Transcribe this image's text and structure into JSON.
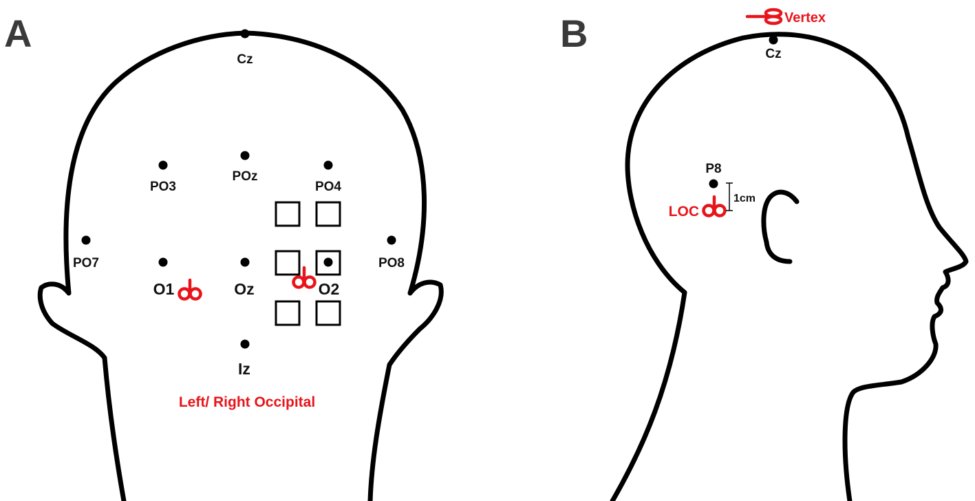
{
  "colors": {
    "accent_red": "#e8141b",
    "ink": "#000000",
    "letter_gray": "#3a3a3a"
  },
  "panel_a": {
    "letter": "A",
    "electrodes": {
      "cz": "Cz",
      "poz": "POz",
      "po3": "PO3",
      "po4": "PO4",
      "po7": "PO7",
      "po8": "PO8",
      "o1": "O1",
      "oz": "Oz",
      "o2": "O2",
      "iz": "Iz"
    },
    "coil_caption": "Left/ Right Occipital"
  },
  "panel_b": {
    "letter": "B",
    "electrodes": {
      "cz": "Cz",
      "p8": "P8"
    },
    "vertex_label": "Vertex",
    "loc_label": "LOC",
    "distance_label": "1cm"
  }
}
